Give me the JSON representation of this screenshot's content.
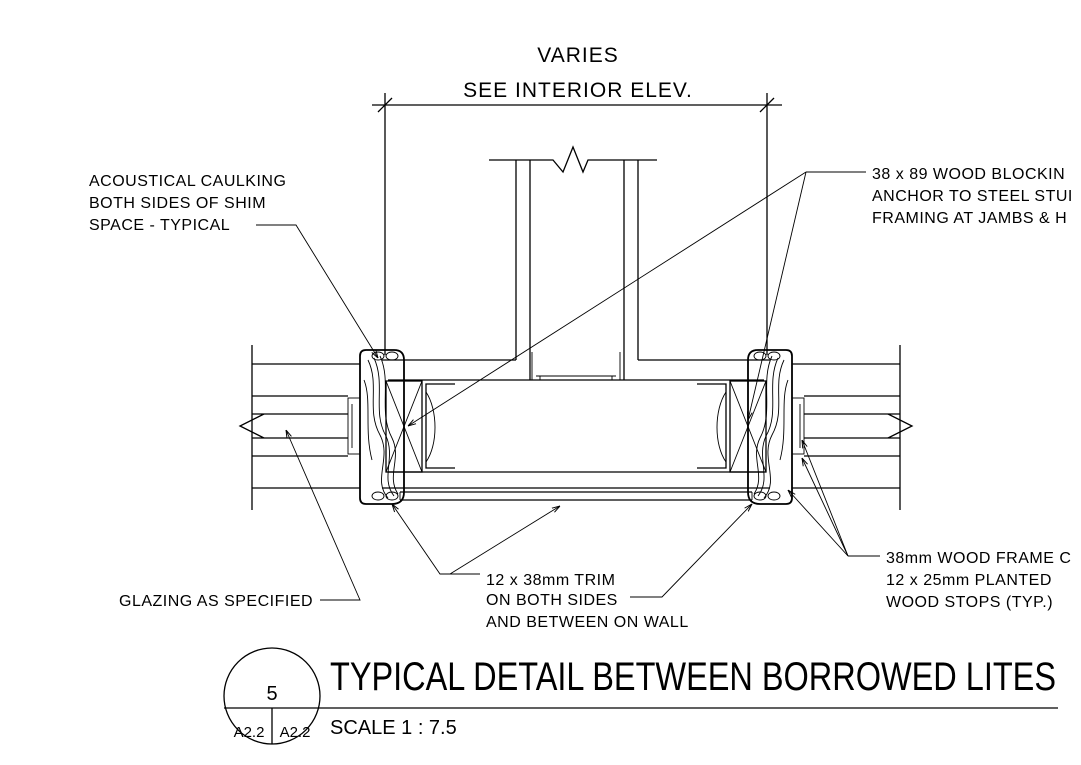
{
  "dimension": {
    "line1": "VARIES",
    "line2": "SEE INTERIOR ELEV."
  },
  "notes": {
    "caulking": [
      "ACOUSTICAL CAULKING",
      "BOTH SIDES OF SHIM",
      "SPACE - TYPICAL"
    ],
    "blocking": [
      "38 x 89 WOOD BLOCKIN",
      "ANCHOR TO STEEL STUI",
      "FRAMING AT JAMBS & H"
    ],
    "frame": [
      "38mm WOOD FRAME C",
      "12 x 25mm PLANTED",
      "WOOD STOPS (TYP.)"
    ],
    "trim": [
      "12 x 38mm TRIM",
      "ON BOTH SIDES",
      "AND BETWEEN ON WALL"
    ],
    "glazing": "GLAZING AS SPECIFIED"
  },
  "title_block": {
    "detail_number": "5",
    "sheet_ref_left": "A2.2",
    "sheet_ref_right": "A2.2",
    "title": "TYPICAL DETAIL BETWEEN BORROWED LITES",
    "scale": "SCALE 1 : 7.5"
  }
}
